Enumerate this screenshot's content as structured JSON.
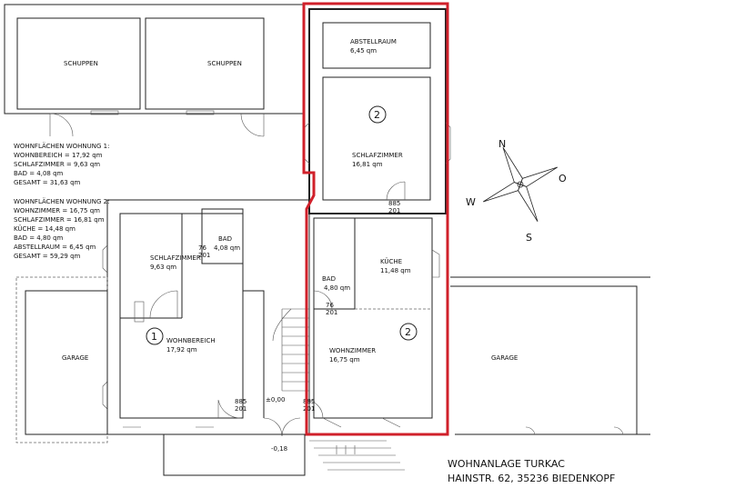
{
  "rooms": {
    "schuppen_1": "SCHUPPEN",
    "schuppen_2": "SCHUPPEN",
    "abstellraum": "ABSTELLRAUM",
    "abstellraum_area": "6,45 qm",
    "schlafzimmer_2": "SCHLAFZIMMER",
    "schlafzimmer_2_area": "16,81 qm",
    "kueche": "KÜCHE",
    "kueche_area": "11,48 qm",
    "bad_2": "BAD",
    "bad_2_area": "4,80 qm",
    "wohnzimmer": "WOHNZIMMER",
    "wohnzimmer_area": "16,75 qm",
    "schlafzimmer_1": "SCHLAFZIMMER",
    "schlafzimmer_1_area": "9,63 qm",
    "bad_1": "BAD",
    "bad_1_area": "4,08 qm",
    "wohnbereich": "WOHNBEREICH",
    "wohnbereich_area": "17,92 qm",
    "garage_left": "GARAGE",
    "garage_right": "GARAGE"
  },
  "unit_markers": {
    "unit_1": "1",
    "unit_2_upper": "2",
    "unit_2_lower": "2"
  },
  "door_labels": {
    "d1a": "885",
    "d1b": "201",
    "d2a": "76",
    "d2b": "201",
    "d3a": "76",
    "d3b": "201",
    "d4a": "885",
    "d4b": "201",
    "d5a": "885",
    "d5b": "201"
  },
  "levels": {
    "entrance": "±0,00",
    "terrace": "-0,18"
  },
  "area_list": {
    "unit1_title": "WOHNFLÄCHEN WOHNUNG 1:",
    "unit1_lines": [
      "WOHNBEREICH = 17,92 qm",
      "SCHLAFZIMMER = 9,63 qm",
      "BAD = 4,08 qm",
      "GESAMT = 31,63 qm"
    ],
    "unit2_title": "WOHNFLÄCHEN WOHNUNG 2:",
    "unit2_lines": [
      "WOHNZIMMER = 16,75 qm",
      "SCHLAFZIMMER = 16,81 qm",
      "KÜCHE = 14,48 qm",
      "BAD = 4,80 qm",
      "ABSTELLRAUM = 6,45 qm",
      "GESAMT = 59,29 qm"
    ]
  },
  "compass": {
    "n": "N",
    "o": "O",
    "s": "S",
    "w": "W"
  },
  "address": {
    "line1": "WOHNANLAGE TURKAC",
    "line2": "HAINSTR. 62, 35236 BIEDENKOPF"
  },
  "colors": {
    "highlight": "#d0202a",
    "lines": "#222222",
    "background": "#ffffff"
  }
}
